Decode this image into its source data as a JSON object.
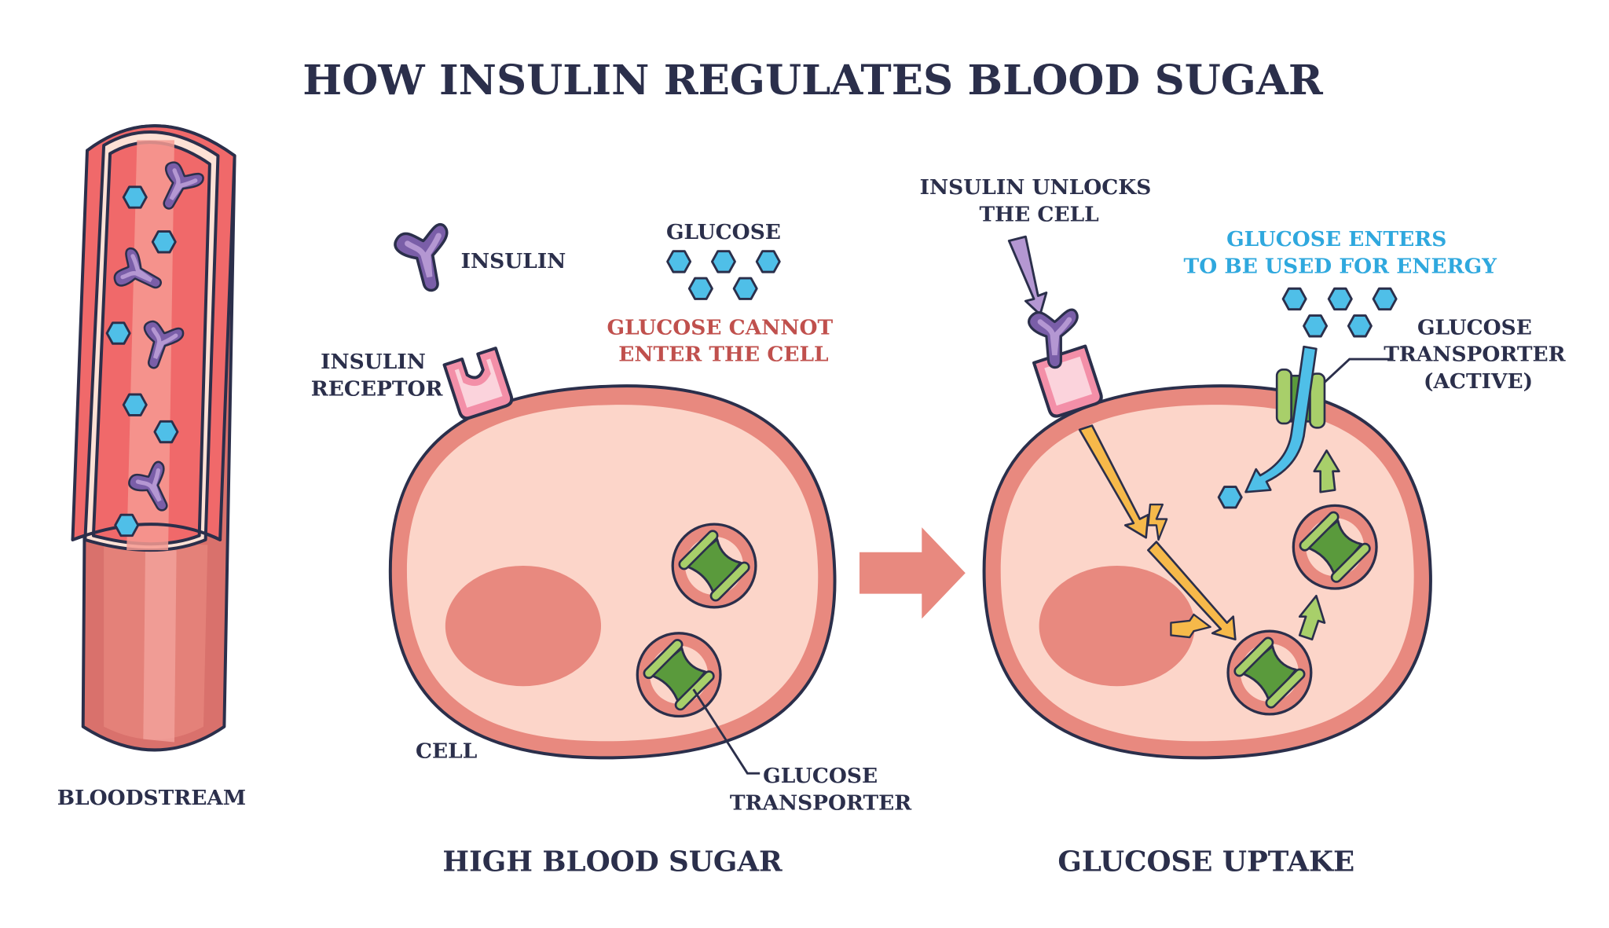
{
  "title": "HOW INSULIN REGULATES BLOOD SUGAR",
  "labels": {
    "bloodstream": "BLOODSTREAM",
    "insulin": "INSULIN",
    "glucose": "GLUCOSE",
    "glucose_cannot_1": "GLUCOSE CANNOT",
    "glucose_cannot_2": "ENTER THE CELL",
    "insulin_receptor_1": "INSULIN",
    "insulin_receptor_2": "RECEPTOR",
    "cell": "CELL",
    "glucose_transporter_1": "GLUCOSE",
    "glucose_transporter_2": "TRANSPORTER",
    "insulin_unlocks_1": "INSULIN UNLOCKS",
    "insulin_unlocks_2": "THE CELL",
    "glucose_enters_1": "GLUCOSE ENTERS",
    "glucose_enters_2": "TO BE USED FOR ENERGY",
    "transporter_active_1": "GLUCOSE",
    "transporter_active_2": "TRANSPORTER",
    "transporter_active_3": "(ACTIVE)"
  },
  "panels": {
    "left": "HIGH BLOOD SUGAR",
    "right": "GLUCOSE UPTAKE"
  },
  "colors": {
    "text_dark": "#2b2f4b",
    "warning_red": "#c0504d",
    "energy_blue": "#2fa8de",
    "cell_fill": "#fcd5c9",
    "cell_membrane": "#e8897f",
    "vessel_red": "#f0696a",
    "insulin_purple": "#7a5ea8",
    "glucose_blue": "#4fbfe8",
    "transporter_green": "#5a9a3c",
    "signal_yellow": "#f6b94a"
  }
}
